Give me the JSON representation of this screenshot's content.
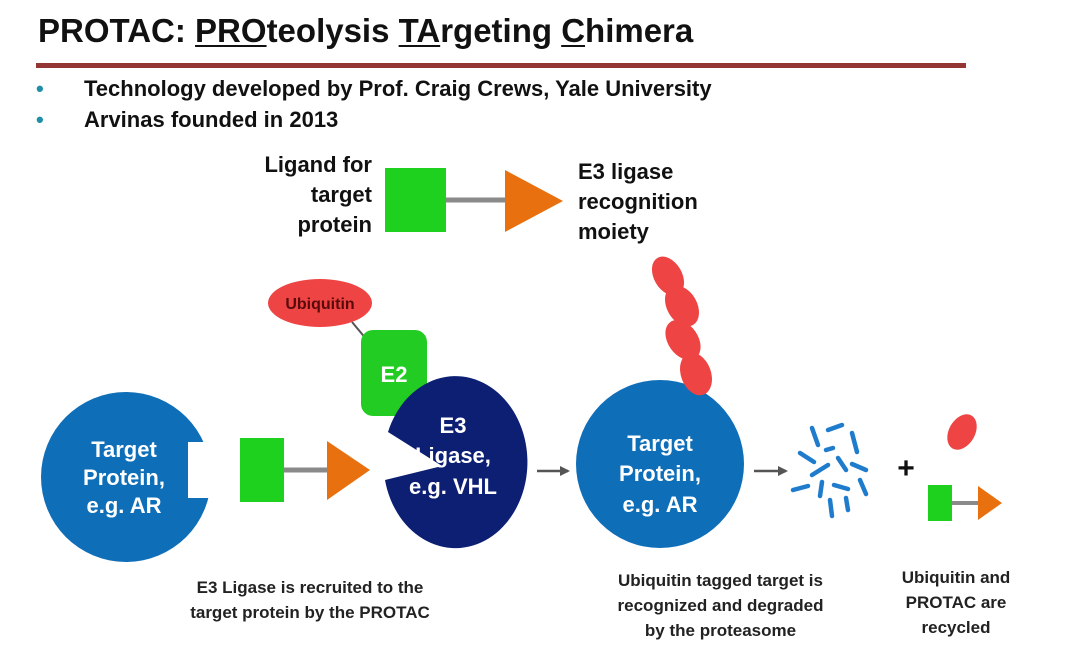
{
  "title": {
    "prefix": "PROTAC: ",
    "w1_u": "PRO",
    "w1_rest": "teolysis ",
    "w2_u": "TA",
    "w2_rest": "rgeting ",
    "w3_u": "C",
    "w3_rest": "himera"
  },
  "bullets": [
    "Technology developed by Prof. Craig Crews, Yale University",
    "Arvinas founded in 2013"
  ],
  "bullet_glyph": "•",
  "legend": {
    "ligand_lines": [
      "Ligand for",
      "target",
      "protein"
    ],
    "e3_lines": [
      "E3 ligase",
      "recognition",
      "moiety"
    ]
  },
  "nodes": {
    "ubiquitin": "Ubiquitin",
    "e2": "E2",
    "target1_lines": [
      "Target",
      "Protein,",
      "e.g. AR"
    ],
    "e3_lines": [
      "E3",
      "Ligase,",
      "e.g. VHL"
    ],
    "target2_lines": [
      "Target",
      "Protein,",
      "e.g. AR"
    ],
    "plus": "+"
  },
  "captions": {
    "step1": [
      "E3 Ligase is recruited to the",
      "target protein by the PROTAC"
    ],
    "step2": [
      "Ubiquitin tagged target is",
      "recognized and degraded",
      "by the proteasome"
    ],
    "step3": [
      "Ubiquitin and",
      "PROTAC are",
      "recycled"
    ]
  },
  "colors": {
    "title_rule": "#943634",
    "bullet": "#1f8fa6",
    "target_protein": "#0f6eb8",
    "e3_ligase": "#0c1f73",
    "e2": "#22cc22",
    "ligand_green": "#1fd11f",
    "e3_moiety_orange": "#e8700f",
    "linker_gray": "#8a8a8a",
    "ubiquitin_red": "#ee4444",
    "fragments": "#1f7ccc"
  }
}
